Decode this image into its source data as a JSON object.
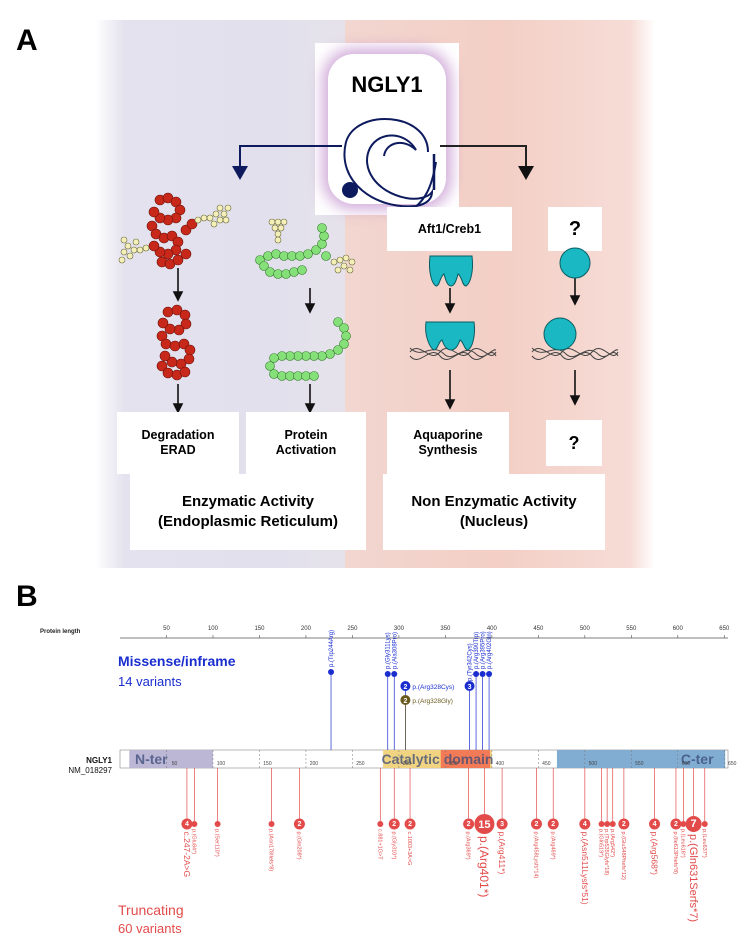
{
  "panel_a": {
    "letter": "A",
    "protein": "NGLY1",
    "boxes": {
      "degradation": "Degradation\nERAD",
      "activation": "Protein\nActivation",
      "aquaporine": "Aquaporine\nSynthesis",
      "unknown_bottom": "?",
      "enzymatic": "Enzymatic Activity\n(Endoplasmic Reticulum)",
      "non_enzymatic": "Non Enzymatic Activity\n(Nucleus)",
      "tf": "Aft1/Creb1",
      "unknown_top": "?"
    },
    "colors": {
      "red_bead": "#c8281a",
      "green_bead": "#86e07a",
      "teal": "#1ab8c2",
      "navy": "#0d1a5e"
    }
  },
  "panel_b": {
    "letter": "B",
    "axis_title": "Protein length",
    "ticks": [
      50,
      100,
      150,
      200,
      250,
      300,
      350,
      400,
      450,
      500,
      550,
      600,
      650
    ],
    "max_len": 654,
    "gene": "NGLY1",
    "transcript": "NM_018297",
    "domains": [
      {
        "label": "N-ter",
        "start": 10,
        "end": 100,
        "color": "#b7b3d3"
      },
      {
        "label": "Catalytic domain",
        "start": 283,
        "end": 400,
        "color": "#f0d27a"
      },
      {
        "label": "C-ter",
        "start": 470,
        "end": 651,
        "color": "#7aa9d1"
      }
    ],
    "missense_title": "Missense/inframe",
    "missense_count": "14 variants",
    "truncating_title": "Truncating",
    "truncating_count": "60 variants",
    "missense": [
      {
        "pos": 227,
        "label": "p.(Trp244Arg)",
        "n": 1,
        "color": "#1a2ed0"
      },
      {
        "pos": 288,
        "label": "p.(Gly311Lys)",
        "n": 1,
        "color": "#1a2ed0"
      },
      {
        "pos": 295,
        "label": "p.(Ala308Pro)",
        "n": 1,
        "color": "#1a2ed0"
      },
      {
        "pos": 307,
        "label": "p.(Arg328Cys)",
        "n": 2,
        "color": "#1a2ed0"
      },
      {
        "pos": 307,
        "label": "p.(Arg328Gly)",
        "n": 2,
        "color": "#6b5a1e"
      },
      {
        "pos": 376,
        "label": "p.(Tyr342Cys)",
        "n": 3,
        "color": "#1a2ed0"
      },
      {
        "pos": 383,
        "label": "p.(Arg390Trp)",
        "n": 1,
        "color": "#1a2ed0"
      },
      {
        "pos": 390,
        "label": "p.(Arg395Pro)",
        "n": 1,
        "color": "#1a2ed0"
      },
      {
        "pos": 397,
        "label": "p.(Arg402Gln)",
        "n": 1,
        "color": "#1a2ed0"
      }
    ],
    "truncating": [
      {
        "pos": 72,
        "label": "c.247-2A>G",
        "n": 4
      },
      {
        "pos": 80,
        "label": "p.(Glu84*)",
        "n": 1
      },
      {
        "pos": 105,
        "label": "p.(Ser110*)",
        "n": 1
      },
      {
        "pos": 163,
        "label": "p.(Asn178Ilefs*8)",
        "n": 1
      },
      {
        "pos": 193,
        "label": "p.(Gln208*)",
        "n": 2
      },
      {
        "pos": 280,
        "label": "c.881+1G>T",
        "n": 1
      },
      {
        "pos": 295,
        "label": "p.(Gly310*)",
        "n": 2
      },
      {
        "pos": 312,
        "label": "c.1003+3A>G",
        "n": 2
      },
      {
        "pos": 375,
        "label": "p.(Arg369*)",
        "n": 2
      },
      {
        "pos": 392,
        "label": "p.(Arg401*)",
        "n": 15
      },
      {
        "pos": 411,
        "label": "p.(Arg411*)",
        "n": 3
      },
      {
        "pos": 448,
        "label": "p.(Arg458Lysfs*14)",
        "n": 2
      },
      {
        "pos": 466,
        "label": "p.(Arg469*)",
        "n": 2
      },
      {
        "pos": 500,
        "label": "p.(Asn511Lysfs*51)",
        "n": 4
      },
      {
        "pos": 518,
        "label": "p.(Gln519*)",
        "n": 1
      },
      {
        "pos": 524,
        "label": "p.(Trp535Glyfs*18)",
        "n": 1
      },
      {
        "pos": 530,
        "label": "p.(Arg542*)",
        "n": 1
      },
      {
        "pos": 542,
        "label": "p.(Glu548Phefs*12)",
        "n": 2
      },
      {
        "pos": 575,
        "label": "p.(Arg568*)",
        "n": 4
      },
      {
        "pos": 598,
        "label": "p.(Ile613Phefs*8)",
        "n": 2
      },
      {
        "pos": 606,
        "label": "p.(Leu616*)",
        "n": 1
      },
      {
        "pos": 617,
        "label": "p.(Gln631Serfs*7)",
        "n": 7
      },
      {
        "pos": 629,
        "label": "p.(Leu637*)",
        "n": 1
      }
    ]
  }
}
